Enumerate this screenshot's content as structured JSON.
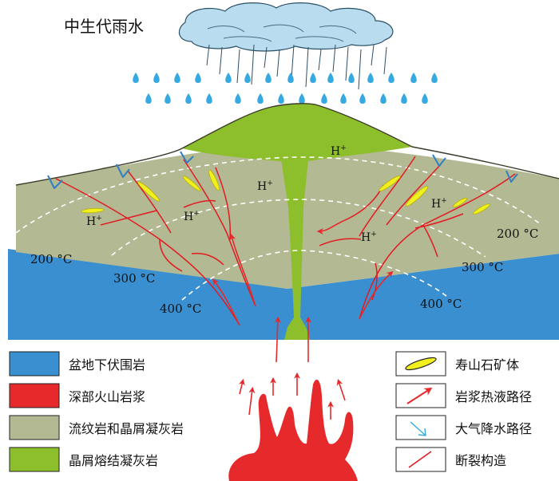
{
  "rain_label": "中生代雨水",
  "hplus": {
    "base": "H",
    "sup": "+"
  },
  "temps": {
    "t200": "200 °C",
    "t300": "300 °C",
    "t400": "400 °C"
  },
  "legend": {
    "left": [
      {
        "label": "盆地下伏围岩",
        "color": "#3a8fd0"
      },
      {
        "label": "深部火山岩浆",
        "color": "#e6292b"
      },
      {
        "label": "流纹岩和晶屑凝灰岩",
        "color": "#b3b992"
      },
      {
        "label": "晶屑熔结凝灰岩",
        "color": "#8dbf2d"
      }
    ],
    "right": [
      {
        "label": "寿山石矿体",
        "icon": "orebody-icon"
      },
      {
        "label": "岩浆热液路径",
        "icon": "red-arrow-icon"
      },
      {
        "label": "大气降水路径",
        "icon": "blue-arrow-icon"
      },
      {
        "label": "断裂构造",
        "icon": "fault-line-icon"
      }
    ]
  },
  "colors": {
    "basement": "#3a8fd0",
    "magma": "#e6292b",
    "rhyolite": "#b3b992",
    "welded_tuff": "#8dbf2d",
    "cloud": "#b9dcef",
    "rain": "#35a9e0",
    "orebody": "#f2ef1e",
    "fault": "#e21b23"
  }
}
